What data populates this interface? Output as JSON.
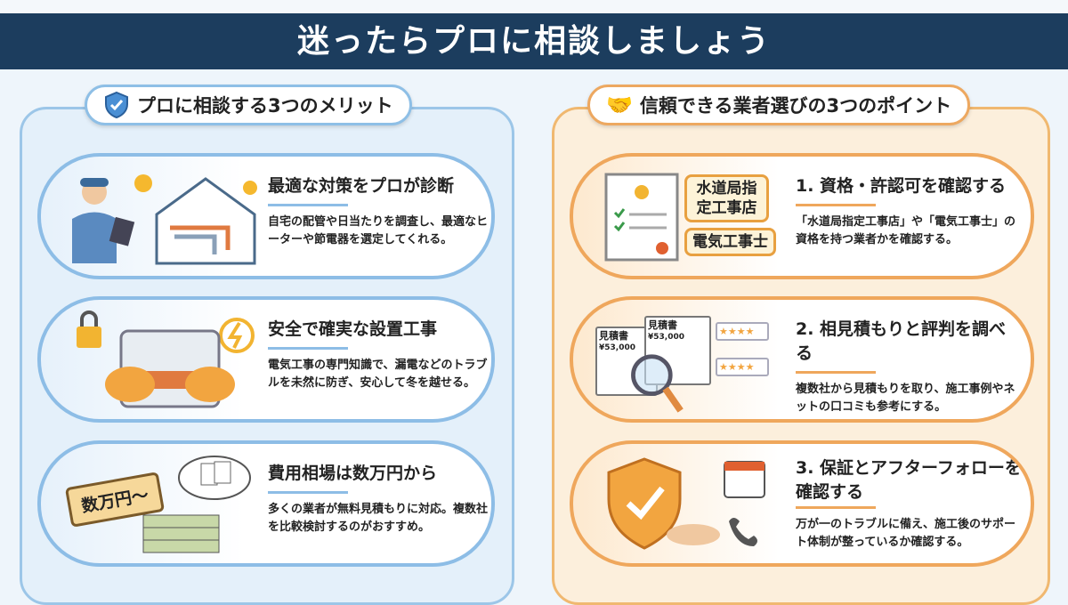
{
  "title": "迷ったらプロに相談しましょう",
  "left": {
    "heading": "プロに相談する3つのメリット",
    "cards": [
      {
        "title": "最適な対策をプロが診断",
        "body": "自宅の配管や日当たりを調査し、最適なヒーターや節電器を選定してくれる。"
      },
      {
        "title": "安全で確実な設置工事",
        "body": "電気工事の専門知識で、漏電などのトラブルを未然に防ぎ、安心して冬を越せる。"
      },
      {
        "title": "費用相場は数万円から",
        "body": "多くの業者が無料見積もりに対応。複数社を比較検討するのがおすすめ。",
        "tag": "数万円〜"
      }
    ]
  },
  "right": {
    "heading": "信頼できる業者選びの3つのポイント",
    "cards": [
      {
        "title": "1. 資格・許認可を確認する",
        "body": "「水道局指定工事店」や「電気工事士」の資格を持つ業者かを確認する。",
        "badges": [
          "水道局指定工事店",
          "電気工事士"
        ]
      },
      {
        "title": "2. 相見積もりと評判を調べる",
        "body": "複数社から見積もりを取り、施工事例やネットの口コミも参考にする。",
        "doc": "見積書",
        "price": "¥53,000",
        "stars": "★★★★"
      },
      {
        "title": "3. 保証とアフターフォローを確認する",
        "body": "万が一のトラブルに備え、施工後のサポート体制が整っているか確認する。"
      }
    ]
  }
}
